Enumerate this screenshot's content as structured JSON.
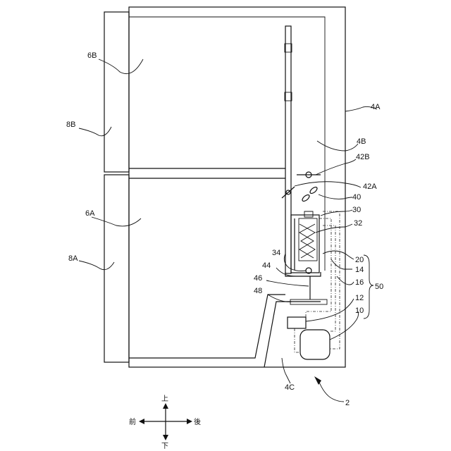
{
  "labels": {
    "l_6B": "6B",
    "l_8B": "8B",
    "l_6A": "6A",
    "l_8A": "8A",
    "l_4A": "4A",
    "l_4B": "4B",
    "l_42B": "42B",
    "l_42A": "42A",
    "l_40": "40",
    "l_30": "30",
    "l_32": "32",
    "l_34": "34",
    "l_20": "20",
    "l_44": "44",
    "l_14": "14",
    "l_46": "46",
    "l_16": "16",
    "l_50": "50",
    "l_48": "48",
    "l_12": "12",
    "l_10": "10",
    "l_4C": "4C",
    "l_2": "2"
  },
  "directions": {
    "up": "上",
    "down": "下",
    "front": "前",
    "back": "後"
  }
}
